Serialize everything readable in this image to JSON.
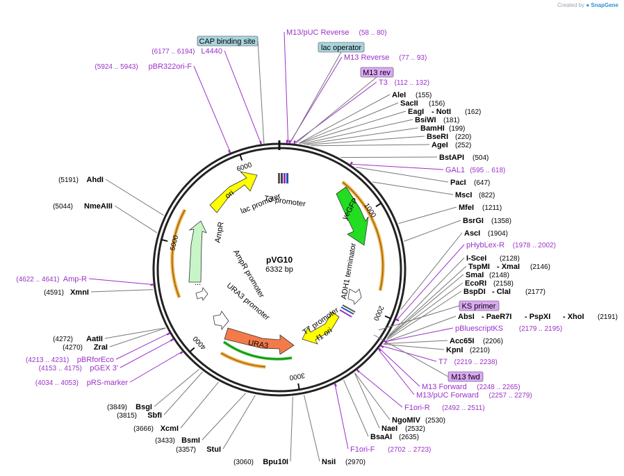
{
  "credit": {
    "prefix": "Created by",
    "brand": "SnapGene"
  },
  "plasmid": {
    "name": "pVG10",
    "size": "6332 bp"
  },
  "ticks": [
    "1000",
    "2000",
    "3000",
    "4000",
    "5000",
    "6000"
  ],
  "boxed_labels": [
    {
      "text": "CAP binding site",
      "style": "teal"
    },
    {
      "text": "lac operator",
      "style": "teal"
    },
    {
      "text": "M13 rev",
      "style": "primer"
    },
    {
      "text": "KS primer",
      "style": "primer"
    },
    {
      "text": "M13 fwd",
      "style": "primer"
    }
  ],
  "right_labels": [
    {
      "kind": "feat",
      "name": "M13/pUC Reverse",
      "pos": "(58 .. 80)"
    },
    {
      "kind": "feat",
      "name": "M13 Reverse",
      "pos": "(77 .. 93)"
    },
    {
      "kind": "feat",
      "name": "T3",
      "pos": "(112 .. 132)"
    },
    {
      "kind": "enz",
      "name": "AleI",
      "pos": "(155)"
    },
    {
      "kind": "enz",
      "name": "SacII",
      "pos": "(156)"
    },
    {
      "kind": "enz",
      "name": "EagI",
      "name2": "- NotI",
      "pos": "(162)"
    },
    {
      "kind": "enz",
      "name": "BsiWI",
      "pos": "(181)"
    },
    {
      "kind": "enz",
      "name": "BamHI",
      "pos": "(199)"
    },
    {
      "kind": "enz",
      "name": "BseRI",
      "pos": "(220)"
    },
    {
      "kind": "enz",
      "name": "AgeI",
      "pos": "(252)"
    },
    {
      "kind": "enz",
      "name": "BstAPI",
      "pos": "(504)"
    },
    {
      "kind": "feat",
      "name": "GAL1",
      "pos": "(595 .. 618)"
    },
    {
      "kind": "enz",
      "name": "PacI",
      "pos": "(647)"
    },
    {
      "kind": "enz",
      "name": "MscI",
      "pos": "(822)"
    },
    {
      "kind": "enz",
      "name": "MfeI",
      "pos": "(1211)"
    },
    {
      "kind": "enz",
      "name": "BsrGI",
      "pos": "(1358)"
    },
    {
      "kind": "enz",
      "name": "AscI",
      "pos": "(1904)"
    },
    {
      "kind": "feat",
      "name": "pHybLex-R",
      "pos": "(1978 .. 2002)"
    },
    {
      "kind": "enz",
      "name": "I-SceI",
      "pos": "(2128)"
    },
    {
      "kind": "enz",
      "name": "TspMI",
      "name2": "- XmaI",
      "pos": "(2146)"
    },
    {
      "kind": "enz",
      "name": "SmaI",
      "pos": "(2148)"
    },
    {
      "kind": "enz",
      "name": "EcoRI",
      "pos": "(2158)"
    },
    {
      "kind": "enz",
      "name": "BspDI",
      "name2": "- ClaI",
      "pos": "(2177)"
    },
    {
      "kind": "enz",
      "name": "AbsI",
      "name2": "- PaeR7I",
      "name3": "- PspXI",
      "name4": "- XhoI",
      "pos": "(2191)"
    },
    {
      "kind": "feat",
      "name": "pBluescriptKS",
      "pos": "(2179 .. 2195)"
    },
    {
      "kind": "enz",
      "name": "Acc65I",
      "pos": "(2206)"
    },
    {
      "kind": "enz",
      "name": "KpnI",
      "pos": "(2210)"
    },
    {
      "kind": "feat",
      "name": "T7",
      "pos": "(2219 .. 2238)"
    },
    {
      "kind": "feat",
      "name": "M13 Forward",
      "pos": "(2248 .. 2265)"
    },
    {
      "kind": "feat",
      "name": "M13/pUC Forward",
      "pos": "(2257 .. 2279)"
    },
    {
      "kind": "feat",
      "name": "F1ori-R",
      "pos": "(2492 .. 2511)"
    },
    {
      "kind": "enz",
      "name": "NgoMIV",
      "pos": "(2530)"
    },
    {
      "kind": "enz",
      "name": "NaeI",
      "pos": "(2532)"
    },
    {
      "kind": "enz",
      "name": "BsaAI",
      "pos": "(2635)"
    },
    {
      "kind": "feat",
      "name": "F1ori-F",
      "pos": "(2702 .. 2723)"
    },
    {
      "kind": "enz",
      "name": "NsiI",
      "pos": "(2970)"
    }
  ],
  "left_labels": [
    {
      "kind": "feat",
      "name": "L4440",
      "pos": "(6177 .. 6194)"
    },
    {
      "kind": "feat",
      "name": "pBR322ori-F",
      "pos": "(5924 .. 5943)"
    },
    {
      "kind": "enz",
      "name": "AhdI",
      "pos": "(5191)"
    },
    {
      "kind": "enz",
      "name": "NmeAIII",
      "pos": "(5044)"
    },
    {
      "kind": "feat",
      "name": "Amp-R",
      "pos": "(4622 .. 4641)"
    },
    {
      "kind": "enz",
      "name": "XmnI",
      "pos": "(4591)"
    },
    {
      "kind": "enz",
      "name": "AatII",
      "pos": "(4272)"
    },
    {
      "kind": "enz",
      "name": "ZraI",
      "pos": "(4270)"
    },
    {
      "kind": "feat",
      "name": "pBRforEco",
      "pos": "(4213 .. 4231)"
    },
    {
      "kind": "feat",
      "name": "pGEX 3'",
      "pos": "(4153 .. 4175)"
    },
    {
      "kind": "feat",
      "name": "pRS-marker",
      "pos": "(4034 .. 4053)"
    },
    {
      "kind": "enz",
      "name": "BsgI",
      "pos": "(3849)"
    },
    {
      "kind": "enz",
      "name": "SbfI",
      "pos": "(3815)"
    },
    {
      "kind": "enz",
      "name": "XcmI",
      "pos": "(3666)"
    },
    {
      "kind": "enz",
      "name": "BsmI",
      "pos": "(3433)"
    },
    {
      "kind": "enz",
      "name": "StuI",
      "pos": "(3357)"
    },
    {
      "kind": "enz",
      "name": "Bpu10I",
      "pos": "(3060)"
    }
  ],
  "inner_features": {
    "ori": "ori",
    "yeGFP": "yeGFP",
    "URA3": "URA3",
    "f1ori": "f1 ori",
    "AmpR": "AmpR",
    "lac_promoter": "lac promoter",
    "T3_promoter": "T3 promoter",
    "ADH1_terminator": "ADH1 terminator",
    "T7_promoter": "T7 promoter",
    "AmpR_promoter": "AmpR promoter",
    "URA3_promoter": "URA3 promoter",
    "ellipsis": "..."
  },
  "colors": {
    "enzyme": "#000000",
    "feature": "#9b30c8",
    "ori": "#ffff00",
    "yeGFP": "#22dd22",
    "URA3": "#f47a4a",
    "AmpR": "#c8f5c8",
    "f1ori": "#ffff00",
    "orf": "#f0a020",
    "teal_box": "#a9d4dd",
    "primer_box": "#dba8f5"
  }
}
